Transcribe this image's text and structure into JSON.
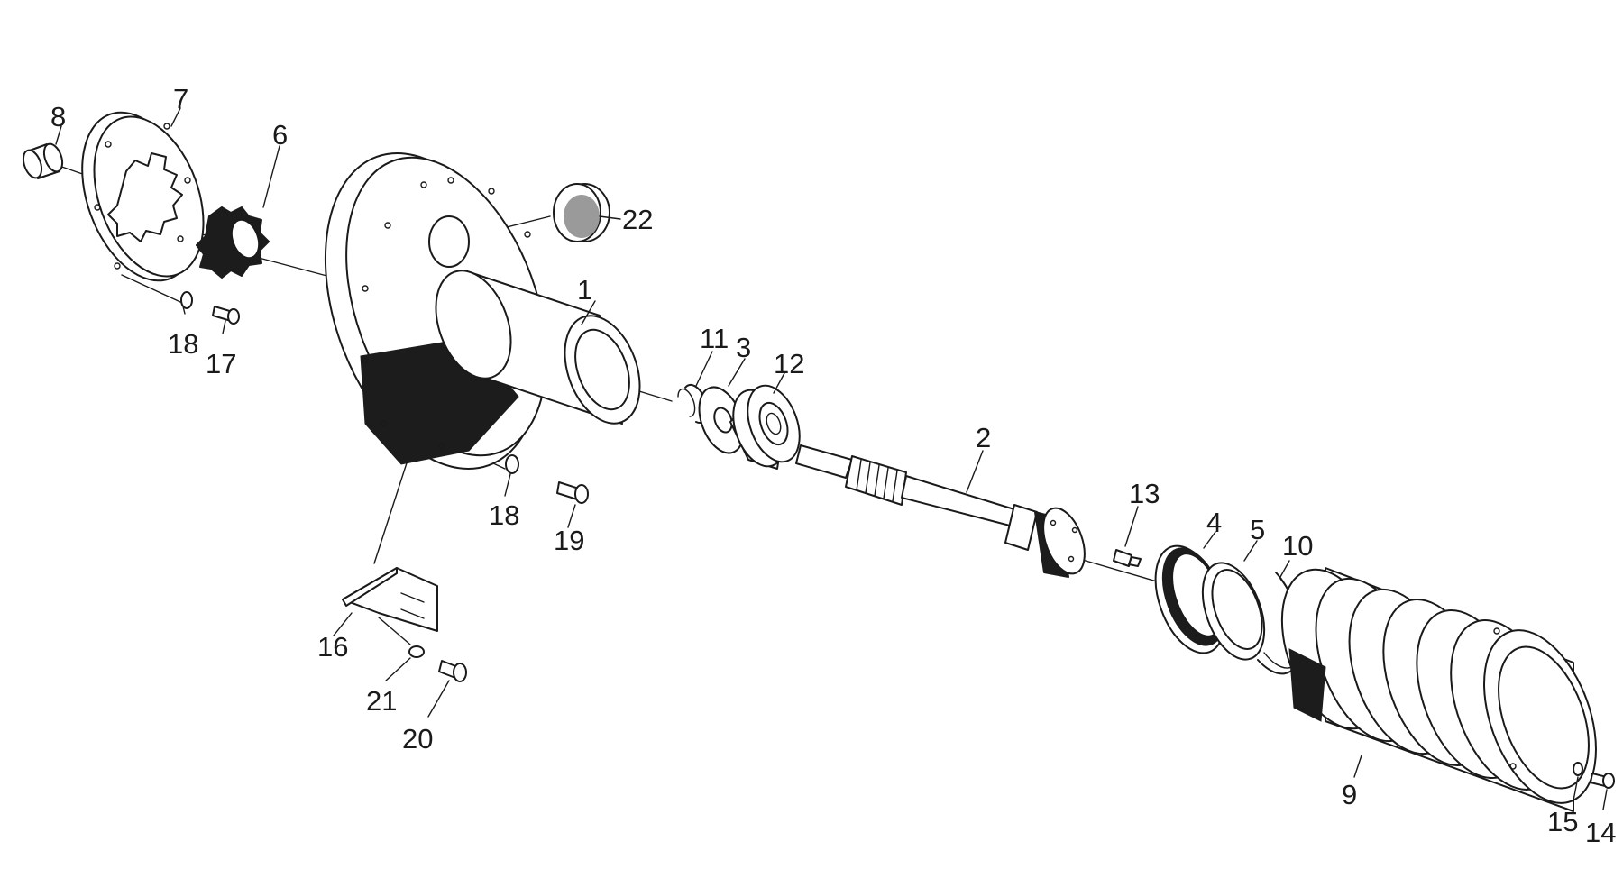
{
  "part_labels": {
    "p1": "1",
    "p2": "2",
    "p3": "3",
    "p4": "4",
    "p5": "5",
    "p6": "6",
    "p7": "7",
    "p8": "8",
    "p9": "9",
    "p10": "10",
    "p11": "11",
    "p12": "12",
    "p13": "13",
    "p14": "14",
    "p15": "15",
    "p16": "16",
    "p17": "17",
    "p18a": "18",
    "p18b": "18",
    "p19": "19",
    "p20": "20",
    "p21": "21",
    "p22": "22"
  }
}
